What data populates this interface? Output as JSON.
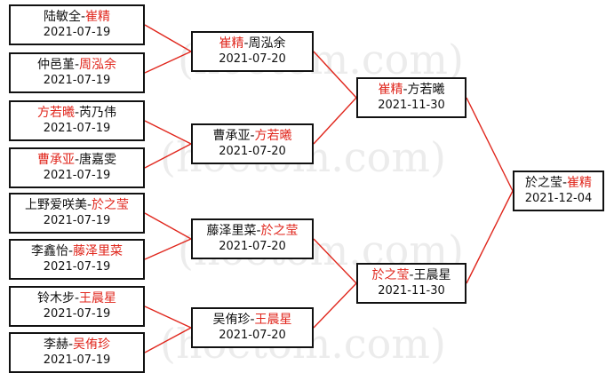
{
  "colors": {
    "winner": "#e0261c",
    "border": "#111111",
    "connector": "#e0261c"
  },
  "watermark": "(hoetom.com)",
  "rounds": [
    {
      "matches": [
        {
          "left": "陆敏全",
          "sep": "-",
          "right": "崔精",
          "winner": "right",
          "date": "2021-07-19"
        },
        {
          "left": "仲邑堇",
          "sep": "-",
          "right": "周泓余",
          "winner": "right",
          "date": "2021-07-19"
        },
        {
          "left": "方若曦",
          "sep": "-",
          "right": "芮乃伟",
          "winner": "left",
          "date": "2021-07-19"
        },
        {
          "left": "曹承亚",
          "sep": "-",
          "right": "唐嘉雯",
          "winner": "left",
          "date": "2021-07-19"
        },
        {
          "left": "上野爱咲美",
          "sep": "-",
          "right": "於之莹",
          "winner": "right",
          "date": "2021-07-19"
        },
        {
          "left": "李鑫怡",
          "sep": "-",
          "right": "藤泽里菜",
          "winner": "right",
          "date": "2021-07-19"
        },
        {
          "left": "铃木步",
          "sep": "-",
          "right": "王晨星",
          "winner": "right",
          "date": "2021-07-19"
        },
        {
          "left": "李赫",
          "sep": "-",
          "right": "吴侑珍",
          "winner": "right",
          "date": "2021-07-19"
        }
      ]
    },
    {
      "matches": [
        {
          "left": "崔精",
          "sep": "-",
          "right": "周泓余",
          "winner": "left",
          "date": "2021-07-20"
        },
        {
          "left": "曹承亚",
          "sep": "-",
          "right": "方若曦",
          "winner": "right",
          "date": "2021-07-20"
        },
        {
          "left": "藤泽里菜",
          "sep": "-",
          "right": "於之莹",
          "winner": "right",
          "date": "2021-07-20"
        },
        {
          "left": "吴侑珍",
          "sep": "-",
          "right": "王晨星",
          "winner": "right",
          "date": "2021-07-20"
        }
      ]
    },
    {
      "matches": [
        {
          "left": "崔精",
          "sep": "-",
          "right": "方若曦",
          "winner": "left",
          "date": "2021-11-30"
        },
        {
          "left": "於之莹",
          "sep": "-",
          "right": "王晨星",
          "winner": "left",
          "date": "2021-11-30"
        }
      ]
    },
    {
      "matches": [
        {
          "left": "於之莹",
          "sep": "-",
          "right": "崔精",
          "winner": "right",
          "date": "2021-12-04"
        }
      ]
    }
  ]
}
